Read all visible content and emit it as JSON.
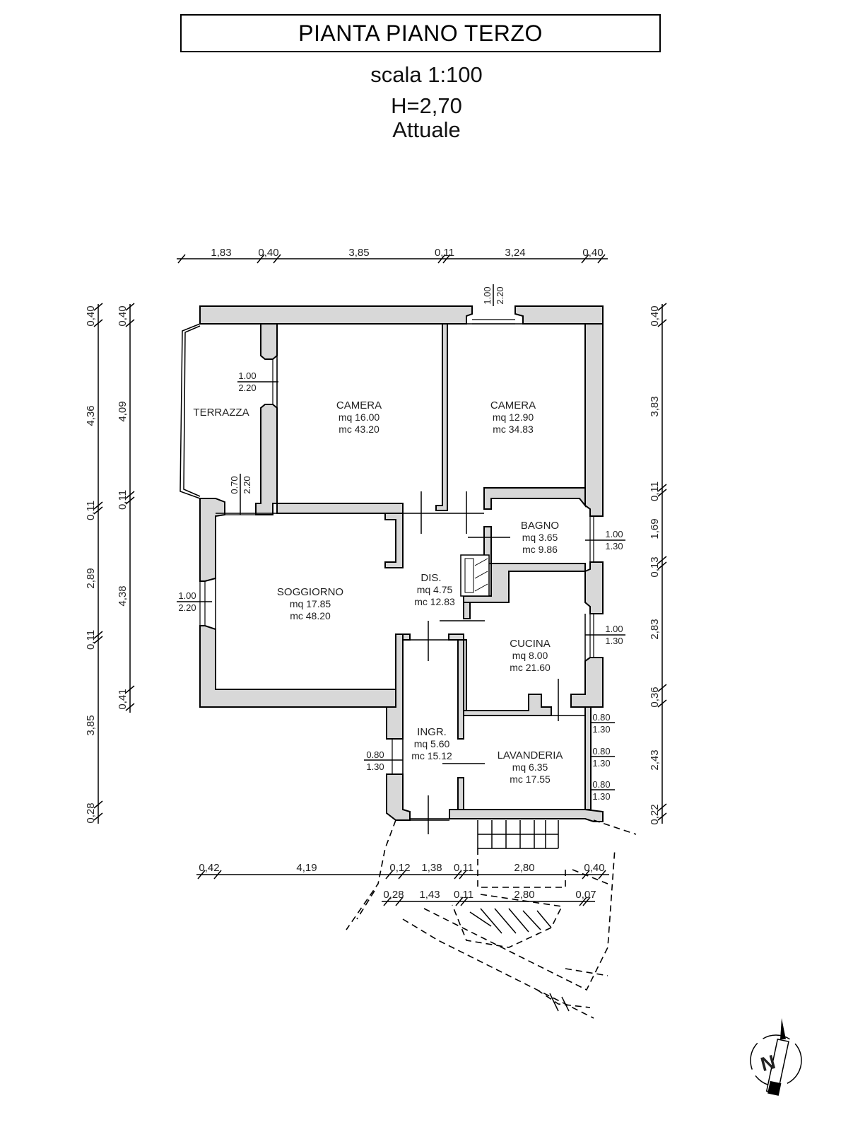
{
  "title": "PIANTA PIANO TERZO",
  "scale": "scala 1:100",
  "height": "H=2,70",
  "status": "Attuale",
  "top_dims": [
    "1,83",
    "0,40",
    "3,85",
    "0,11",
    "3,24",
    "0,40"
  ],
  "bottom_dims_1": [
    "0,42",
    "4,19",
    "0,12",
    "1,38",
    "0,11",
    "2,80",
    "0,40"
  ],
  "bottom_dims_2": [
    "0,28",
    "1,43",
    "0,11",
    "2,80",
    "0,07"
  ],
  "left_dims_outer": [
    "0,40",
    "4,36",
    "0,11",
    "2,89",
    "0,11",
    "3,85",
    "0,28"
  ],
  "left_dims_inner": [
    "0,40",
    "4,09",
    "0,11",
    "4,38",
    "0,41"
  ],
  "right_dims": [
    "0,40",
    "3,83",
    "0,11",
    "1,69",
    "0,13",
    "2,83",
    "0,36",
    "2,43",
    "0,22"
  ],
  "rooms": {
    "terrazza": {
      "name": "TERRAZZA"
    },
    "camera1": {
      "name": "CAMERA",
      "mq": "mq 16.00",
      "mc": "mc 43.20"
    },
    "camera2": {
      "name": "CAMERA",
      "mq": "mq 12.90",
      "mc": "mc 34.83"
    },
    "bagno": {
      "name": "BAGNO",
      "mq": "mq 3.65",
      "mc": "mc 9.86"
    },
    "soggiorno": {
      "name": "SOGGIORNO",
      "mq": "mq 17.85",
      "mc": "mc 48.20"
    },
    "dis": {
      "name": "DIS.",
      "mq": "mq 4.75",
      "mc": "mc 12.83"
    },
    "cucina": {
      "name": "CUCINA",
      "mq": "mq 8.00",
      "mc": "mc 21.60"
    },
    "ingr": {
      "name": "INGR.",
      "mq": "mq 5.60",
      "mc": "mc 15.12"
    },
    "lavanderia": {
      "name": "LAVANDERIA",
      "mq": "mq 6.35",
      "mc": "mc 17.55"
    }
  },
  "openings": {
    "top_window": [
      "1.00",
      "2.20"
    ],
    "terrazza_door": [
      "1.00",
      "2.20"
    ],
    "terrazza_door2": [
      "0.70",
      "2.20"
    ],
    "soggiorno_window": [
      "1.00",
      "2.20"
    ],
    "bagno_window": [
      "1.00",
      "1.30"
    ],
    "cucina_window": [
      "1.00",
      "1.30"
    ],
    "lav_window1": [
      "0.80",
      "1.30"
    ],
    "lav_window2": [
      "0.80",
      "1.30"
    ],
    "lav_window3": [
      "0.80",
      "1.30"
    ],
    "ingr_window": [
      "0.80",
      "1.30"
    ]
  },
  "compass": "N"
}
